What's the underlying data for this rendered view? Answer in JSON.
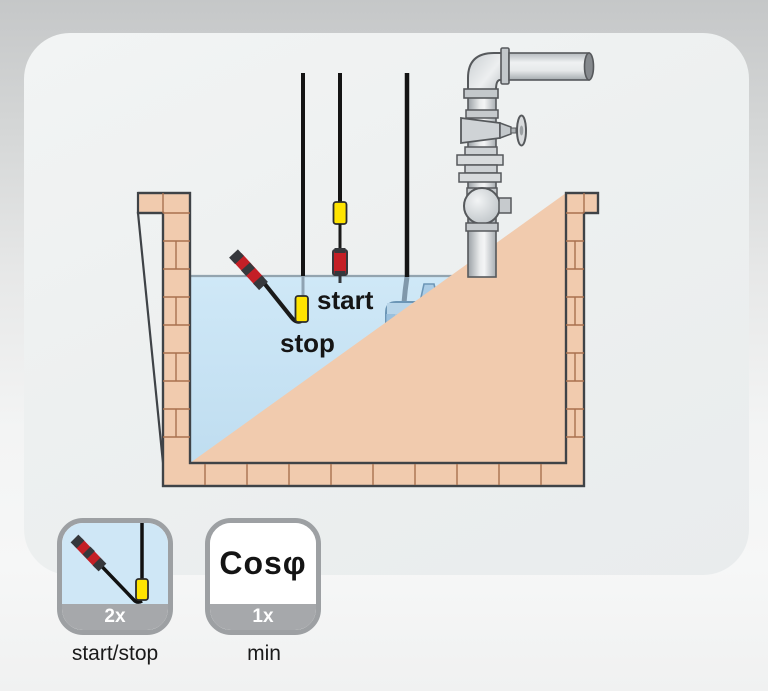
{
  "diagram": {
    "start_label": "start",
    "stop_label": "stop"
  },
  "legend": {
    "float_switch": {
      "count": "2x",
      "caption": "start/stop"
    },
    "cos_phi": {
      "symbol": "Cosφ",
      "count": "1x",
      "caption": "min"
    }
  },
  "colors": {
    "float_yellow": "#ffe400",
    "weight_red": "#c41f26",
    "weight_band_dark": "#36383c",
    "cable_black": "#1a1a1a",
    "water_blue": "#c7e2f3",
    "brick_fill": "#f1cbae",
    "brick_joint": "#a9714f",
    "pit_outline": "#3f4347",
    "pipe_metal_light": "#eef0f1",
    "pipe_metal_dark": "#9aa0a5",
    "pump_blue": "#a5c8e3",
    "pump_outline": "#6590b2",
    "arrow_gray": "#8b979e",
    "intake_arrow_dark": "#47525a",
    "badge_bar_gray": "#a6a8ab",
    "badge_border_gray": "#9da0a3",
    "badge_water_blue": "#cfe7f6"
  }
}
